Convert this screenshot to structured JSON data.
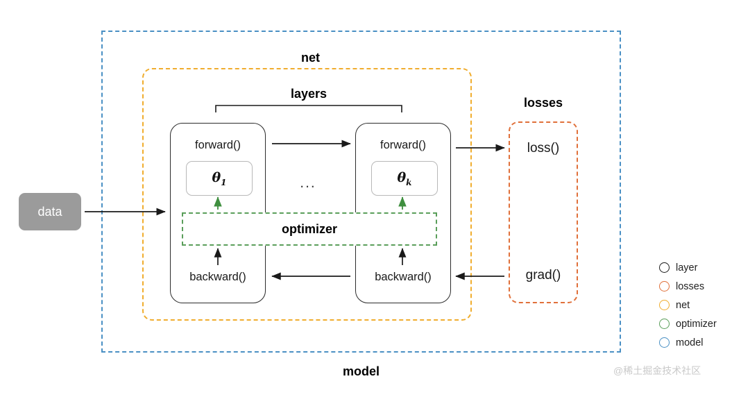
{
  "diagram": {
    "containers": {
      "model": {
        "label": "model",
        "color": "#4a90c4"
      },
      "net": {
        "label": "net",
        "color": "#f0ad2e"
      },
      "losses": {
        "label": "losses",
        "color": "#e0703a"
      },
      "optimizer": {
        "label": "optimizer",
        "color": "#5a9e5a"
      },
      "layers": {
        "label": "layers"
      }
    },
    "data_block": {
      "label": "data",
      "color": "#9b9b9b"
    },
    "layers": [
      {
        "forward_label": "forward()",
        "backward_label": "backward()",
        "param_symbol": "θ",
        "param_subscript": "1"
      },
      {
        "forward_label": "forward()",
        "backward_label": "backward()",
        "param_symbol": "θ",
        "param_subscript": "k"
      }
    ],
    "ellipsis": "...",
    "losses_items": [
      {
        "label": "loss()"
      },
      {
        "label": "grad()"
      }
    ],
    "legend": {
      "items": [
        {
          "label": "layer",
          "color": "#1a1a1a"
        },
        {
          "label": "losses",
          "color": "#e0703a"
        },
        {
          "label": "net",
          "color": "#f0ad2e"
        },
        {
          "label": "optimizer",
          "color": "#5a9e5a"
        },
        {
          "label": "model",
          "color": "#4a90c4"
        }
      ]
    },
    "watermark": "@稀土掘金技术社区"
  }
}
